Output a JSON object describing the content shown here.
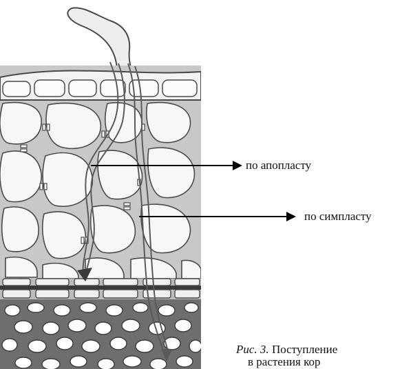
{
  "labels": {
    "apoplast": "по апопласту",
    "symplast": "по симпласту"
  },
  "caption": {
    "figure_ref": "Рис. 3.",
    "line1_rest": " Поступление",
    "line2": "в растения кор"
  },
  "colors": {
    "cell_wall": "#c8c8c8",
    "cell_wall_stroke": "#4a4a4a",
    "cell_interior": "#f7f7f7",
    "endodermis": "#3a3a3a",
    "stele": "#6e6e6e",
    "path_line": "#5a5a5a",
    "arrow": "#000000"
  }
}
